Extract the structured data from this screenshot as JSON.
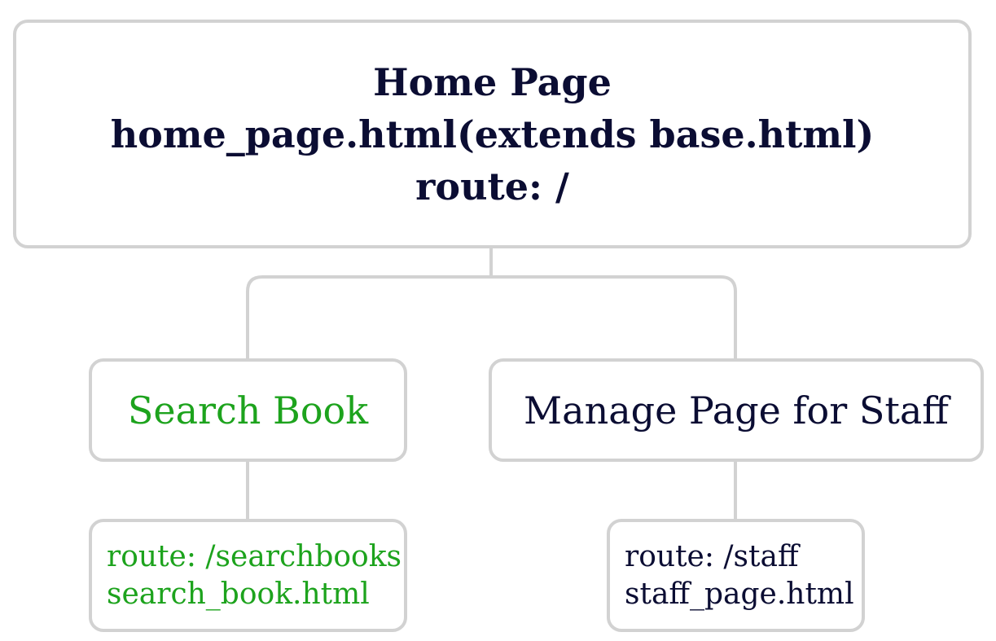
{
  "colors": {
    "border": "#d2d2d2",
    "dark_text": "#0b0d33",
    "green_text": "#1da31d"
  },
  "root": {
    "title": "Home Page",
    "file": "home_page.html(extends base.html)",
    "route": "route: /"
  },
  "search_book": {
    "label": "Search Book",
    "route": "route: /searchbooks",
    "file": "search_book.html"
  },
  "staff": {
    "label": "Manage Page for Staff",
    "route": "route: /staff",
    "file": "staff_page.html"
  }
}
